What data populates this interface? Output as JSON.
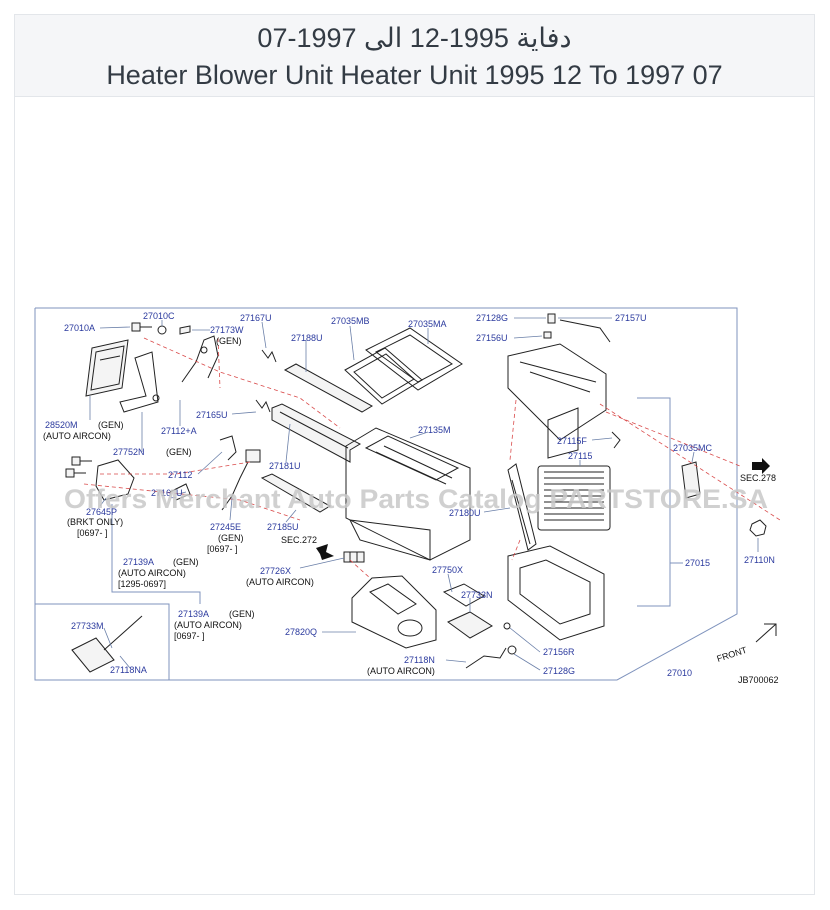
{
  "title": {
    "arabic": "دفاية 1995-12 الى 1997-07",
    "english": "Heater Blower Unit Heater Unit 1995 12 To 1997 07"
  },
  "watermark": "Offers Merchant Auto Parts Catalog PARTSTORE.SA",
  "diagram_code": "JB700062",
  "front_label": "FRONT",
  "sec_labels": {
    "sec278": "SEC.278",
    "sec272": "SEC.272"
  },
  "parts": {
    "p27010A": "27010A",
    "p27010C": "27010C",
    "p27173W": "27173W",
    "p27173W_note": "(GEN)",
    "p27167U": "27167U",
    "p27035MB": "27035MB",
    "p27035MA": "27035MA",
    "p27188U": "27188U",
    "p27128G_top": "27128G",
    "p27157U": "27157U",
    "p27156U": "27156U",
    "p28520M": "28520M",
    "p28520M_note1": "(GEN)",
    "p28520M_note2": "(AUTO   AIRCON)",
    "p27165U": "27165U",
    "p27112A": "27112+A",
    "p27135M": "27135M",
    "p27752N": "27752N",
    "p27752N_note": "(GEN)",
    "p27112": "27112",
    "p27181U": "27181U",
    "p27115F": "27115F",
    "p27115": "27115",
    "p27035MC": "27035MC",
    "p2716_U": "2716_U",
    "p27645P": "27645P",
    "p27645P_note1": "(BRKT   ONLY)",
    "p27645P_note2": "[0697-    ]",
    "p27245E": "27245E",
    "p27245E_note1": "(GEN)",
    "p27245E_note2": "[0697-    ]",
    "p27185U": "27185U",
    "p27180U": "27180U",
    "p27110N": "27110N",
    "p27139A_1": "27139A",
    "p27139A_1_note1": "(GEN)",
    "p27139A_1_note2": "(AUTO   AIRCON)",
    "p27139A_1_note3": "[1295-0697]",
    "p27726X": "27726X",
    "p27726X_note": "(AUTO   AIRCON)",
    "p27750X": "27750X",
    "p27015": "27015",
    "p27733N": "27733N",
    "p27139A_2": "27139A",
    "p27139A_2_note1": "(GEN)",
    "p27139A_2_note2": "(AUTO   AIRCON)",
    "p27139A_2_note3": "[0697-              ]",
    "p27733M": "27733M",
    "p27820Q": "27820Q",
    "p27156R": "27156R",
    "p27118N": "27118N",
    "p27118N_note": "(AUTO   AIRCON)",
    "p27128G_bot": "27128G",
    "p27118NA": "27118NA",
    "p27010": "27010"
  }
}
